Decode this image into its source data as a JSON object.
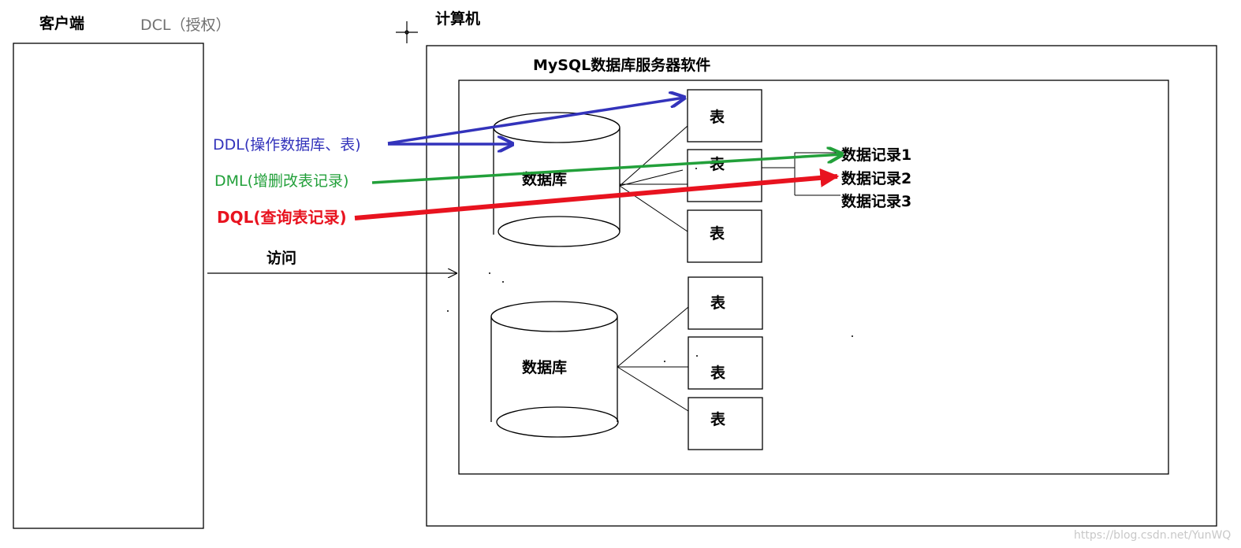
{
  "labels": {
    "client": "客户端",
    "dcl": "DCL（授权）",
    "computer": "计算机",
    "mysql": "MySQL数据库服务器软件",
    "ddl": "DDL(操作数据库、表)",
    "dml": "DML(增删改表记录)",
    "dql": "DQL(查询表记录)",
    "access": "访问",
    "database": "数据库",
    "table": "表",
    "records": [
      "数据记录1",
      "数据记录2",
      "数据记录3"
    ],
    "watermark": "https://blog.csdn.net/YunWQ"
  },
  "colors": {
    "ddl": "#3333bb",
    "dml": "#22a03a",
    "dql": "#e8131f",
    "dcl": "#707070",
    "line": "#000000",
    "watermark": "#c8c8c8"
  }
}
